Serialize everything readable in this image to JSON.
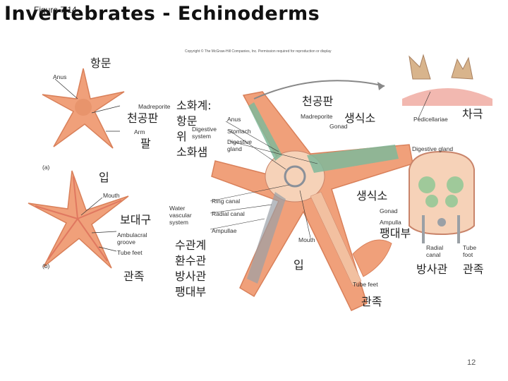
{
  "title": "Invertebrates - Echinoderms",
  "figure_label": "Figure 7.14",
  "copyright": "Copyright © The McGraw-Hill Companies, Inc. Permission required for reproduction or display",
  "page_number": "12",
  "korean_labels": {
    "anus": "항문",
    "madreporite": "천공판",
    "arm": "팔",
    "digestive_system": "소화계:",
    "digestive_anus": "항문",
    "stomach": "위",
    "digestive_gland": "소화샘",
    "madreporite_center": "천공판",
    "gonad_top": "생식소",
    "pedicellariae": "차극",
    "mouth": "입",
    "gonad_right": "생식소",
    "ambulacral_groove": "보대구",
    "ampulla": "팽대부",
    "tube_feet_left": "관족",
    "water_vascular": "수관계",
    "ring_canal": "환수관",
    "radial_canal": "방사관",
    "ampullae": "팽대부",
    "mouth_center": "입",
    "radial_canal_right": "방사관",
    "tube_feet_right": "관족",
    "tube_feet_bottom": "관족"
  },
  "english_labels": {
    "anus": "Anus",
    "madreporite": "Madreporite",
    "arm": "Arm",
    "panel_a": "(a)",
    "mouth": "Mouth",
    "ambulacral_groove": "Ambulacral groove",
    "tube_feet": "Tube feet",
    "panel_b": "(b)",
    "digestive_system": "Digestive system",
    "anus_center": "Anus",
    "stomach": "Stomach",
    "digestive_gland": "Digestive gland",
    "madreporite_center": "Madreporite",
    "gonad_center": "Gonad",
    "water_vascular_system": "Water vascular system",
    "ring_canal": "Ring canal",
    "radial_canal": "Radial canal",
    "ampullae": "Ampullae",
    "mouth_center": "Mouth",
    "pedicellariae": "Pedicellariae",
    "digestive_gland_right": "Digestive gland",
    "gonad_right": "Gonad",
    "ampulla": "Ampulla",
    "radial_canal_right": "Radial canal",
    "tube_foot": "Tube foot",
    "tube_feet_bottom": "Tube feet"
  },
  "colors": {
    "starfish": "#f0a07a",
    "starfish_dark": "#d9805a",
    "gland_green": "#7fb89a",
    "canal_gray": "#9aa0a6",
    "pedicellariae_pink": "#f2b8b0"
  }
}
